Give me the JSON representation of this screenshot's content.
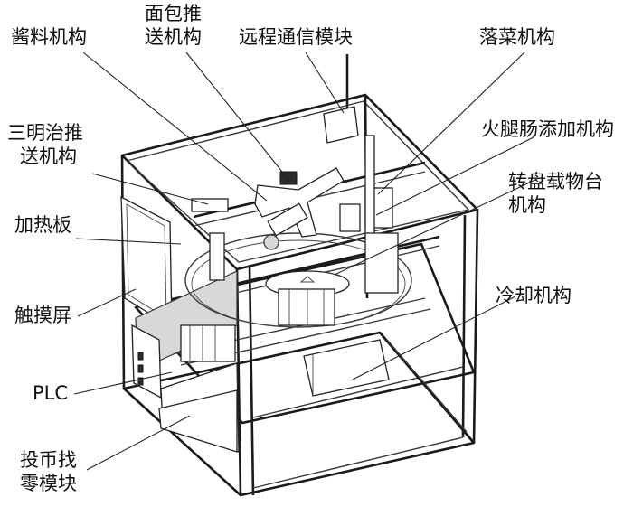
{
  "labels": {
    "sauce": "酱料机构",
    "bread_push_1": "面包推",
    "bread_push_2": "送机构",
    "remote_comm": "远程通信模块",
    "vegetable_drop": "落菜机构",
    "sandwich_push_1": "三明治推",
    "sandwich_push_2": "送机构",
    "ham_add": "火腿肠添加机构",
    "turntable_1": "转盘载物台",
    "turntable_2": "机构",
    "heating_plate": "加热板",
    "cooling": "冷却机构",
    "touchscreen": "触摸屏",
    "plc": "PLC",
    "coin_1": "投币找",
    "coin_2": "零模块"
  }
}
